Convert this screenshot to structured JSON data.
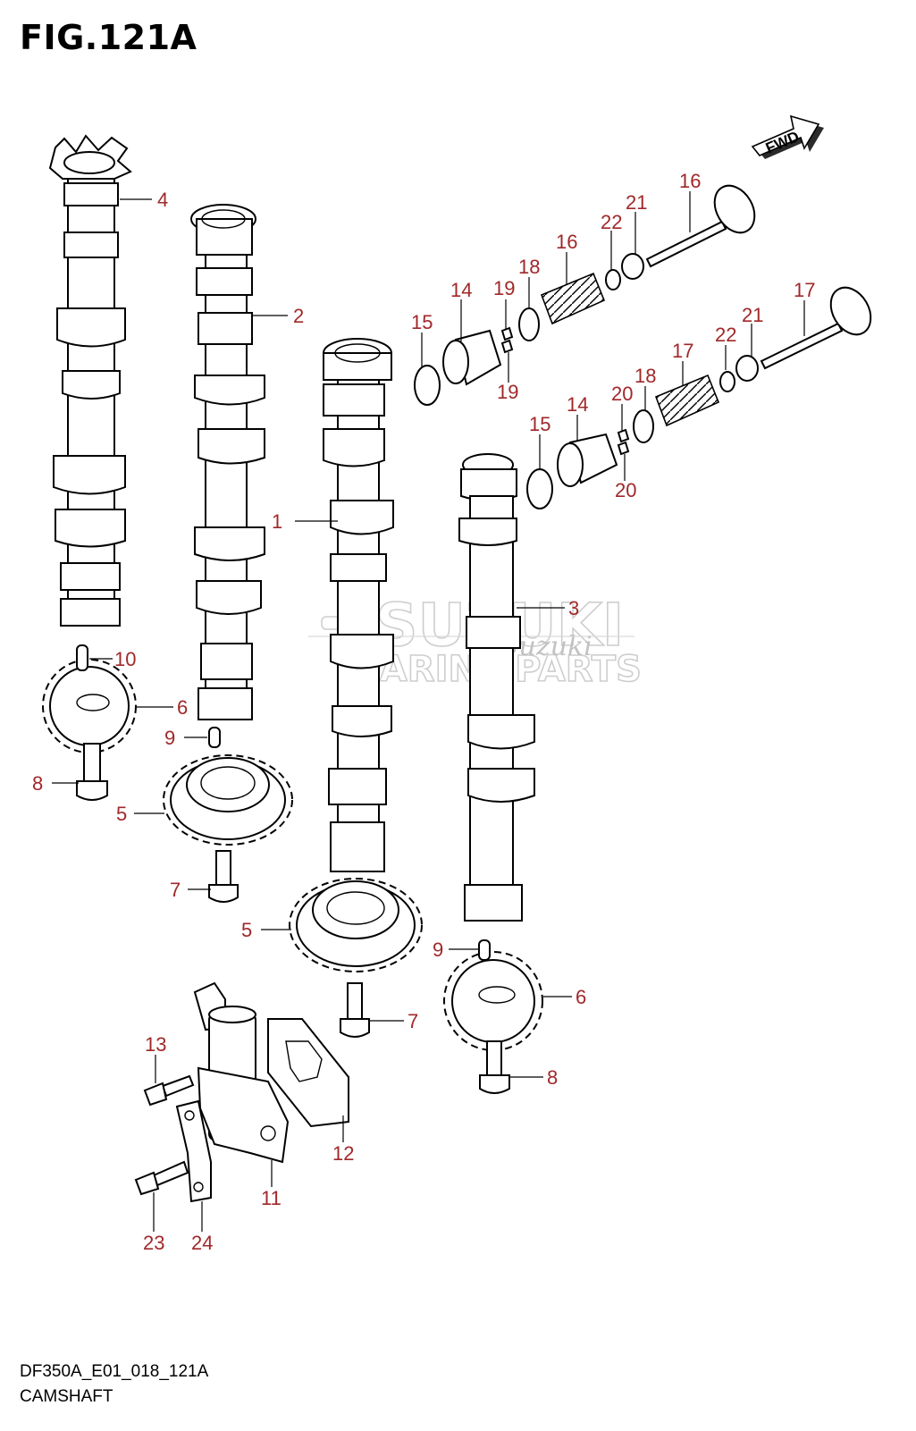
{
  "title": "FIG.121A",
  "footer": {
    "code": "DF350A_E01_018_121A",
    "name": "CAMSHAFT"
  },
  "fwd_label": "FWD",
  "watermark": {
    "line1": "SUZUKI",
    "line2": "MARINE PARTS",
    "script": "Suzuki"
  },
  "callouts": [
    {
      "id": "c1",
      "text": "1"
    },
    {
      "id": "c2",
      "text": "2"
    },
    {
      "id": "c3",
      "text": "3"
    },
    {
      "id": "c4",
      "text": "4"
    },
    {
      "id": "c5a",
      "text": "5"
    },
    {
      "id": "c5b",
      "text": "5"
    },
    {
      "id": "c6a",
      "text": "6"
    },
    {
      "id": "c6b",
      "text": "6"
    },
    {
      "id": "c7a",
      "text": "7"
    },
    {
      "id": "c7b",
      "text": "7"
    },
    {
      "id": "c8a",
      "text": "8"
    },
    {
      "id": "c8b",
      "text": "8"
    },
    {
      "id": "c9a",
      "text": "9"
    },
    {
      "id": "c9b",
      "text": "9"
    },
    {
      "id": "c10",
      "text": "10"
    },
    {
      "id": "c11",
      "text": "11"
    },
    {
      "id": "c12",
      "text": "12"
    },
    {
      "id": "c13",
      "text": "13"
    },
    {
      "id": "c14a",
      "text": "14"
    },
    {
      "id": "c14b",
      "text": "14"
    },
    {
      "id": "c15a",
      "text": "15"
    },
    {
      "id": "c15b",
      "text": "15"
    },
    {
      "id": "c16",
      "text": "16"
    },
    {
      "id": "c17",
      "text": "17"
    },
    {
      "id": "c18a",
      "text": "18"
    },
    {
      "id": "c18b",
      "text": "18"
    },
    {
      "id": "c19a",
      "text": "19"
    },
    {
      "id": "c19b",
      "text": "19"
    },
    {
      "id": "c20a",
      "text": "20"
    },
    {
      "id": "c20b",
      "text": "20"
    },
    {
      "id": "c20c",
      "text": "20"
    },
    {
      "id": "c20d",
      "text": "20"
    },
    {
      "id": "c21a",
      "text": "21"
    },
    {
      "id": "c21b",
      "text": "21"
    },
    {
      "id": "c22a",
      "text": "22"
    },
    {
      "id": "c22b",
      "text": "22"
    },
    {
      "id": "c23",
      "text": "23"
    },
    {
      "id": "c24",
      "text": "24"
    }
  ]
}
